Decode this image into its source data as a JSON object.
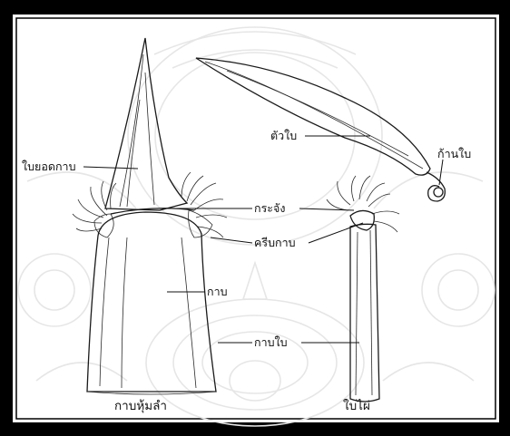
{
  "labels": {
    "blade_tip": "ใบยอดกาบ",
    "leaf_blade": "ตัวใบ",
    "petiole": "ก้านใบ",
    "ligule": "กระจัง",
    "auricle": "ครีบกาบ",
    "sheath": "กาบ",
    "leaf_sheath": "กาบใบ"
  },
  "captions": {
    "culm_sheath": "กาบหุ้มลำ",
    "bamboo_leaf": "ใบไผ่"
  }
}
